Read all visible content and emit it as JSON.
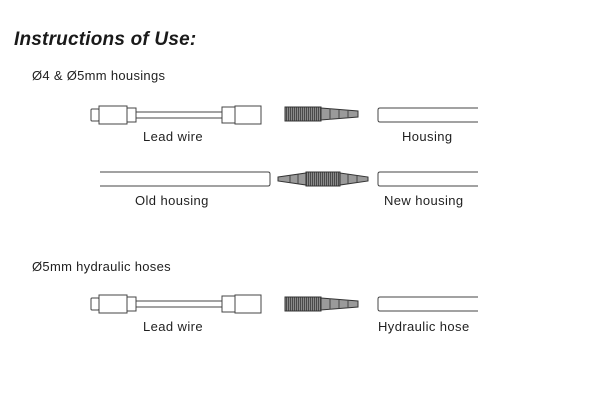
{
  "title": "Instructions of Use:",
  "sections": [
    {
      "label": "Ø4 & Ø5mm housings",
      "rows": [
        {
          "left_caption": "Lead wire",
          "right_caption": "Housing"
        },
        {
          "left_caption": "Old housing",
          "right_caption": "New housing"
        }
      ]
    },
    {
      "label": "Ø5mm hydraulic hoses",
      "rows": [
        {
          "left_caption": "Lead wire",
          "right_caption": "Hydraulic hose"
        }
      ]
    }
  ]
}
